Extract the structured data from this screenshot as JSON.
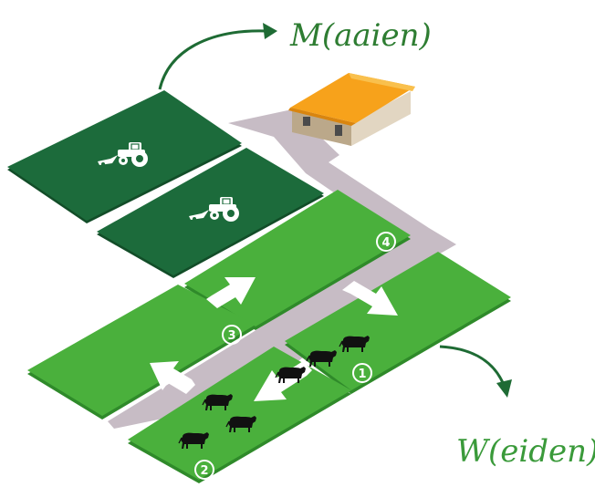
{
  "labels": {
    "mowing": "M(aaien)",
    "grazing": "W(eiden)"
  },
  "paddocks": [
    {
      "number": "1"
    },
    {
      "number": "2"
    },
    {
      "number": "3"
    },
    {
      "number": "4"
    }
  ],
  "colors": {
    "dark_field": "#1c6b3b",
    "light_field": "#4ab03c",
    "field_edge_dark": "#124d28",
    "field_edge_light": "#2f8a2a",
    "path": "#c7bcc5",
    "label_green": "#2e7d32",
    "arrow_dark": "#1e6b34",
    "roof": "#f5a623",
    "wall": "#c9b99b"
  },
  "icons": {
    "tractor": "tractor-mower-icon",
    "cow": "cow-icon",
    "barn": "barn-icon"
  }
}
